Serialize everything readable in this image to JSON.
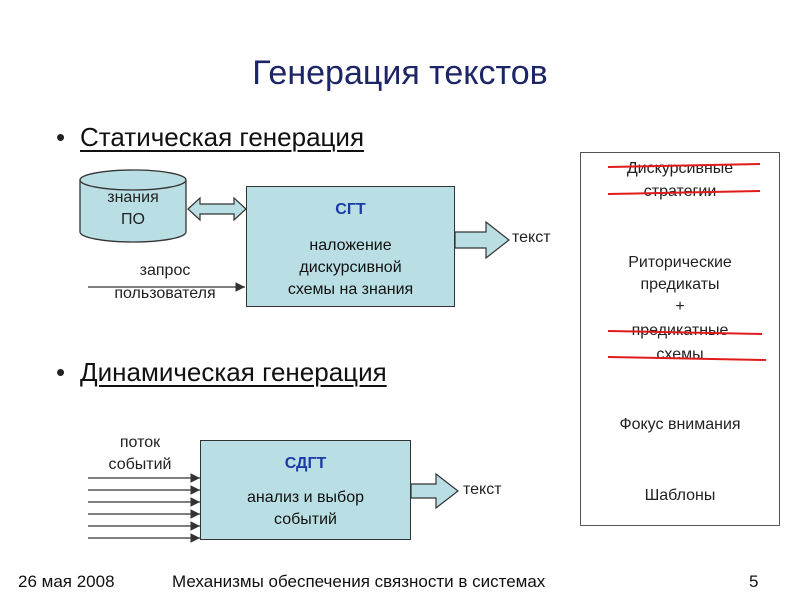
{
  "title": "Генерация текстов",
  "static_section": {
    "heading": "Статическая генерация",
    "db_label_1": "знания",
    "db_label_2": "ПО",
    "box_title": "СГТ",
    "box_lines": [
      "наложение",
      "дискурсивной",
      "схемы на знания"
    ],
    "input_label_1": "запрос",
    "input_label_2": "пользователя",
    "output_label": "текст"
  },
  "dynamic_section": {
    "heading": "Динамическая генерация",
    "input_label_1": "поток",
    "input_label_2": "событий",
    "box_title": "СДГТ",
    "box_lines": [
      "анализ и выбор",
      "событий"
    ],
    "output_label": "текст"
  },
  "right_panel": {
    "item_discourse_1": "Дискурсивные",
    "item_discourse_2": "стратегии",
    "item_rhetoric_1": "Риторические",
    "item_rhetoric_2": "предикаты",
    "item_plus": "+",
    "item_predicate_1": "предикатные",
    "item_predicate_2": "схемы",
    "item_focus": "Фокус внимания",
    "item_templates": "Шаблоны"
  },
  "footer": {
    "date": "26 мая 2008",
    "caption": "Механизмы обеспечения связности в системах",
    "page_number": "5"
  },
  "colors": {
    "title": "#1c2566",
    "box_fill": "#b9dfe4",
    "box_header": "#1a3aa6",
    "strike": "#e01b1b"
  }
}
